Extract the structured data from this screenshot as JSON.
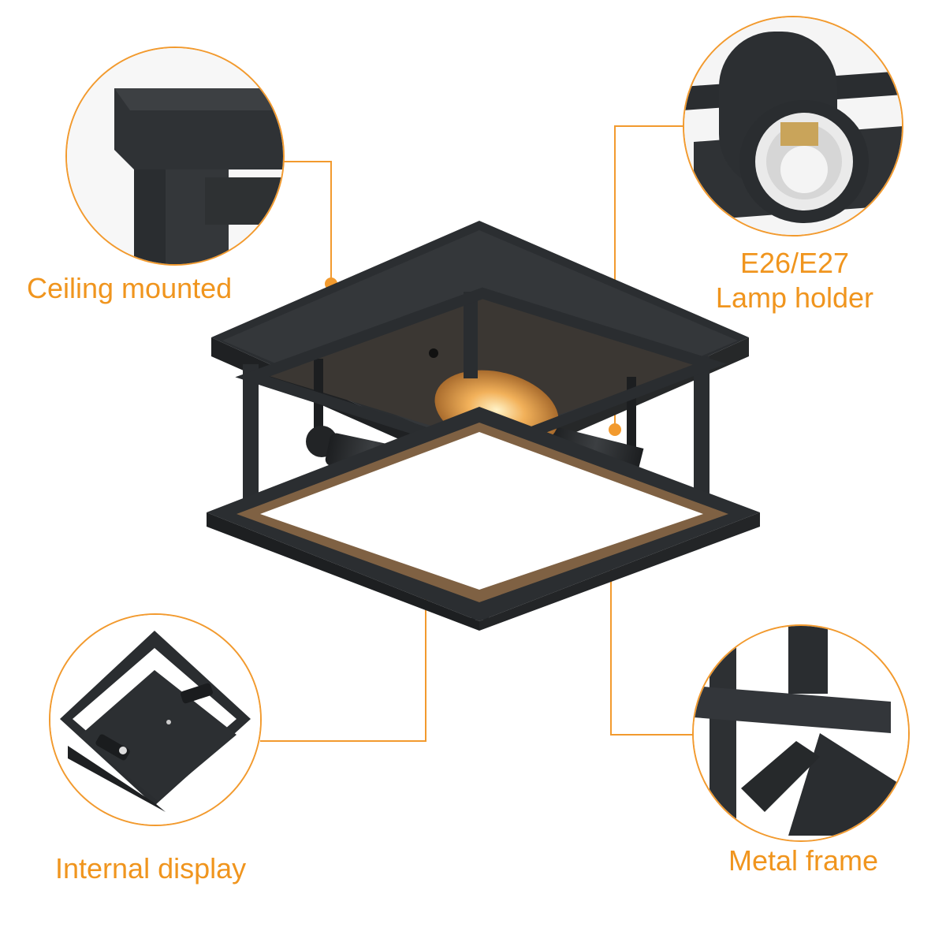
{
  "colors": {
    "accent": "#f0951e",
    "frame": "#2a2d30",
    "glow": "#e0a055"
  },
  "callouts": {
    "ceiling_mounted": "Ceiling mounted",
    "lamp_holder_line1": "E26/E27",
    "lamp_holder_line2": "Lamp holder",
    "internal_display": "Internal display",
    "metal_frame": "Metal frame"
  }
}
